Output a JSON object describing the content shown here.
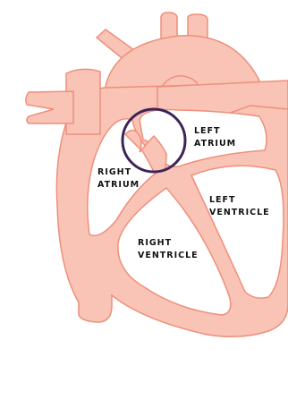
{
  "colors": {
    "tissue_fill": "#f9c4b6",
    "tissue_stroke": "#ee8f7b",
    "chamber_fill": "#ffffff",
    "highlight_circle": "#3d2456",
    "label_text": "#111111"
  },
  "labels": {
    "left_atrium": [
      "LEFT",
      "ATRIUM"
    ],
    "right_atrium": [
      "RIGHT",
      "ATRIUM"
    ],
    "left_ventricle": [
      "LEFT",
      "VENTRICLE"
    ],
    "right_ventricle": [
      "RIGHT",
      "VENTRICLE"
    ]
  }
}
